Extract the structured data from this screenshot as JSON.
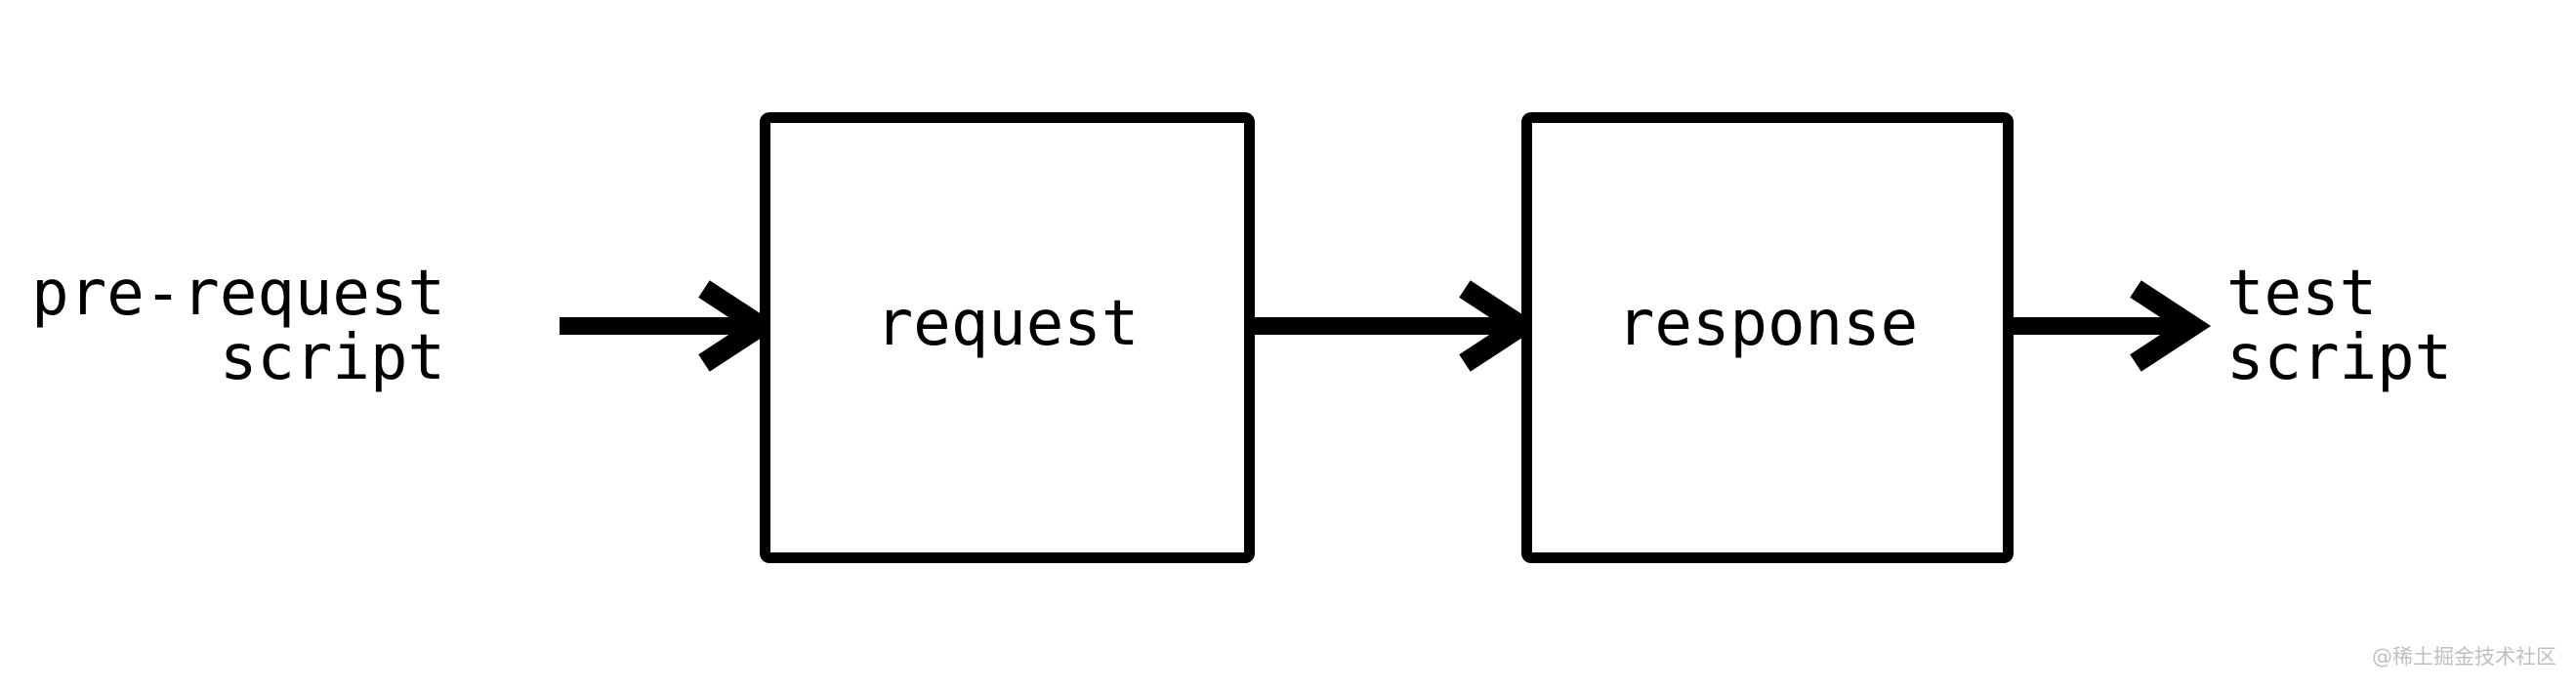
{
  "page": {
    "background_color": "#ffffff"
  },
  "diagram": {
    "type": "flowchart",
    "flow_direction": "left-to-right",
    "source_label": {
      "line1": "pre-request",
      "line2": "script"
    },
    "nodes": [
      {
        "id": "request",
        "label": "request"
      },
      {
        "id": "response",
        "label": "response"
      }
    ],
    "sink_label": {
      "line1": "test",
      "line2": "script"
    },
    "arrows": [
      {
        "from": "pre-request script",
        "to": "request"
      },
      {
        "from": "request",
        "to": "response"
      },
      {
        "from": "response",
        "to": "test script"
      }
    ],
    "colors": {
      "stroke": "#000000",
      "box_background": "#ffffff"
    }
  },
  "watermark": {
    "text": "@稀土掘金技术社区",
    "color": "#bfbfbf"
  }
}
